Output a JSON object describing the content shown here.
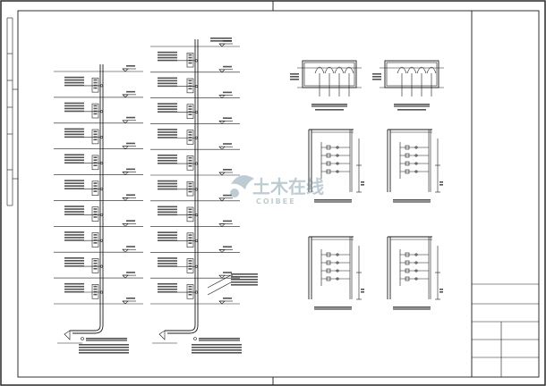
{
  "sheet": {
    "accent_color": "#1a1a1a",
    "background_color": "#ffffff"
  },
  "watermark": {
    "text_cn": "土木在线",
    "text_en": "COIBEE",
    "color": "#6f8f9f"
  },
  "riser_diagrams": [
    {
      "floors": 9
    },
    {
      "floors": 10
    }
  ],
  "detail_panels": {
    "top_row": 2,
    "middle_row": 2,
    "bottom_row": 2
  }
}
